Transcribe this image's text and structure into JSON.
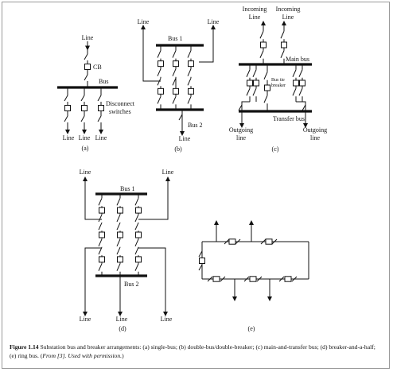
{
  "labels": {
    "line": "Line",
    "cb": "CB",
    "bus": "Bus",
    "disconnect_1": "Disconnect",
    "disconnect_2": "switches",
    "bus1": "Bus 1",
    "bus2": "Bus 2",
    "incoming_1": "Incoming",
    "incoming_2": "Line",
    "main_bus": "Main bus",
    "bus_tie_1": "Bus tie",
    "bus_tie_2": "breaker",
    "transfer_bus": "Transfer bus",
    "outgoing_1": "Outgoing",
    "outgoing_2": "line"
  },
  "panels": {
    "a": "(a)",
    "b": "(b)",
    "c": "(c)",
    "d": "(d)",
    "e": "(e)"
  },
  "caption": {
    "figure": "Figure 1.14",
    "text": "Substation bus and breaker arrangements: (a) single-bus; (b) double-bus/double-breaker; (c) main-and-transfer bus; (d) breaker-and-a-half; (e) ring bus.",
    "source_open": "(",
    "source_text": "From [3]. Used with permission.",
    "source_close": ")"
  }
}
